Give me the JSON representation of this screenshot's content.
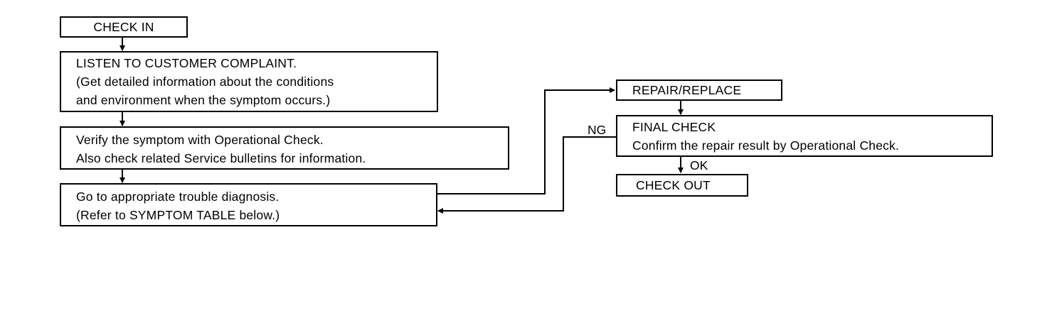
{
  "flow": {
    "check_in": "CHECK IN",
    "listen": {
      "line1": "LISTEN TO CUSTOMER COMPLAINT.",
      "line2": "(Get detailed information about the conditions",
      "line3": "and environment when the symptom occurs.)"
    },
    "verify": {
      "line1": "Verify the symptom with Operational Check.",
      "line2": "Also check related Service bulletins for information."
    },
    "diagnosis": {
      "line1": "Go to appropriate trouble diagnosis.",
      "line2": "(Refer to SYMPTOM TABLE below.)"
    },
    "repair": "REPAIR/REPLACE",
    "final_check": {
      "line1": "FINAL CHECK",
      "line2": "Confirm the repair result by Operational Check."
    },
    "check_out": "CHECK OUT",
    "ng_label": "NG",
    "ok_label": "OK"
  }
}
